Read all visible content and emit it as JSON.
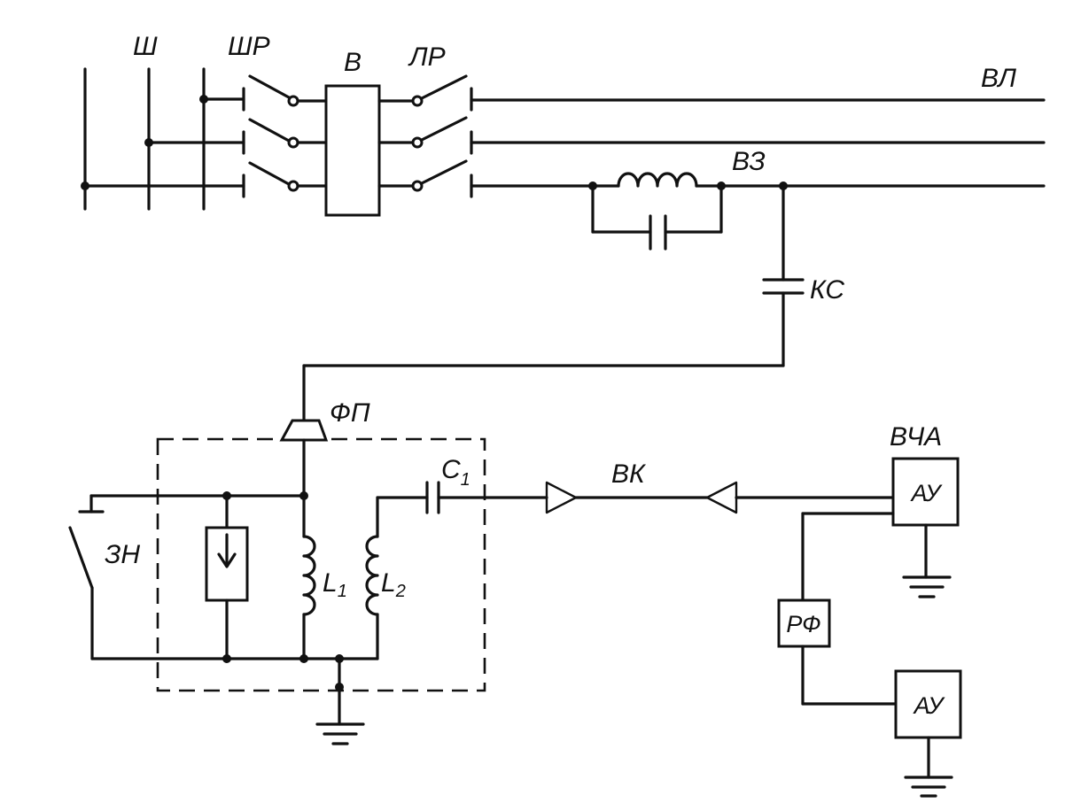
{
  "labels": {
    "busbars": "Ш",
    "bus_disconnector": "ШР",
    "breaker": "В",
    "line_disconnector": "ЛР",
    "overhead_line": "ВЛ",
    "line_trap": "ВЗ",
    "coupling_capacitor": "КС",
    "connection_filter": "ФП",
    "capacitor_c1_letter": "C",
    "capacitor_c1_sub": "1",
    "hf_cable": "ВК",
    "hf_equipment": "ВЧА",
    "grounding_switch": "ЗН",
    "inductor_l1_letter": "L",
    "inductor_l1_sub": "1",
    "inductor_l2_letter": "L",
    "inductor_l2_sub": "2",
    "separation_filter": "РФ",
    "equipment_unit_top": "АУ",
    "equipment_unit_bottom": "АУ"
  },
  "icons": {
    "surge_arrester": "arrow-down-in-box-icon",
    "ground": "ground-icon",
    "cable_end": "triangle-connector-icon"
  },
  "colors": {
    "ink": "#111111",
    "paper": "#ffffff"
  }
}
